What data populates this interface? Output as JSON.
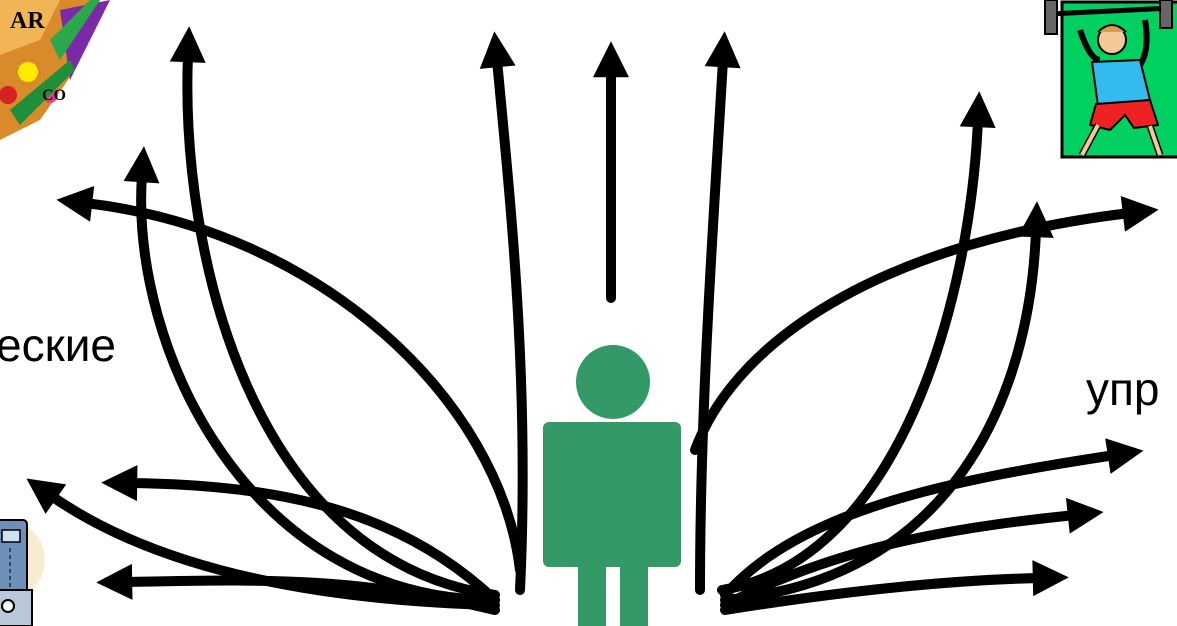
{
  "diagram": {
    "left_label": "еские",
    "right_label": "упр",
    "palette_text_top": "AR",
    "palette_text_bottom": "CO",
    "colors": {
      "person": "#339966",
      "arrow": "#000000",
      "background": "#ffffff"
    },
    "icons": {
      "top_left": "art-palette-icon",
      "top_right": "weightlifter-icon",
      "bottom_left": "robot-icon",
      "center": "person-icon"
    }
  }
}
